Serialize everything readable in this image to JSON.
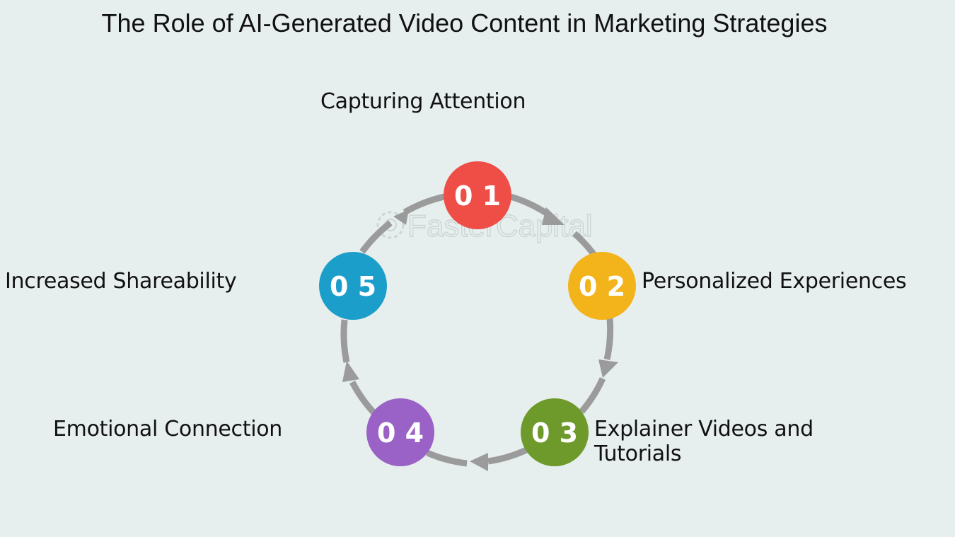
{
  "title": "The Role of AI-Generated Video Content in Marketing Strategies",
  "watermark": "FasterCapital",
  "steps": [
    {
      "number": "0 1",
      "label": "Capturing Attention",
      "color": "#ef4e47"
    },
    {
      "number": "0 2",
      "label": "Personalized Experiences",
      "color": "#f3b31a"
    },
    {
      "number": "0 3",
      "label": "Explainer Videos and Tutorials",
      "color": "#6e9a2c"
    },
    {
      "number": "0 4",
      "label": "Emotional Connection",
      "color": "#9a62c6"
    },
    {
      "number": "0 5",
      "label": "Increased Shareability",
      "color": "#1c9ecb"
    }
  ],
  "arrow_color": "#9b9b9b"
}
